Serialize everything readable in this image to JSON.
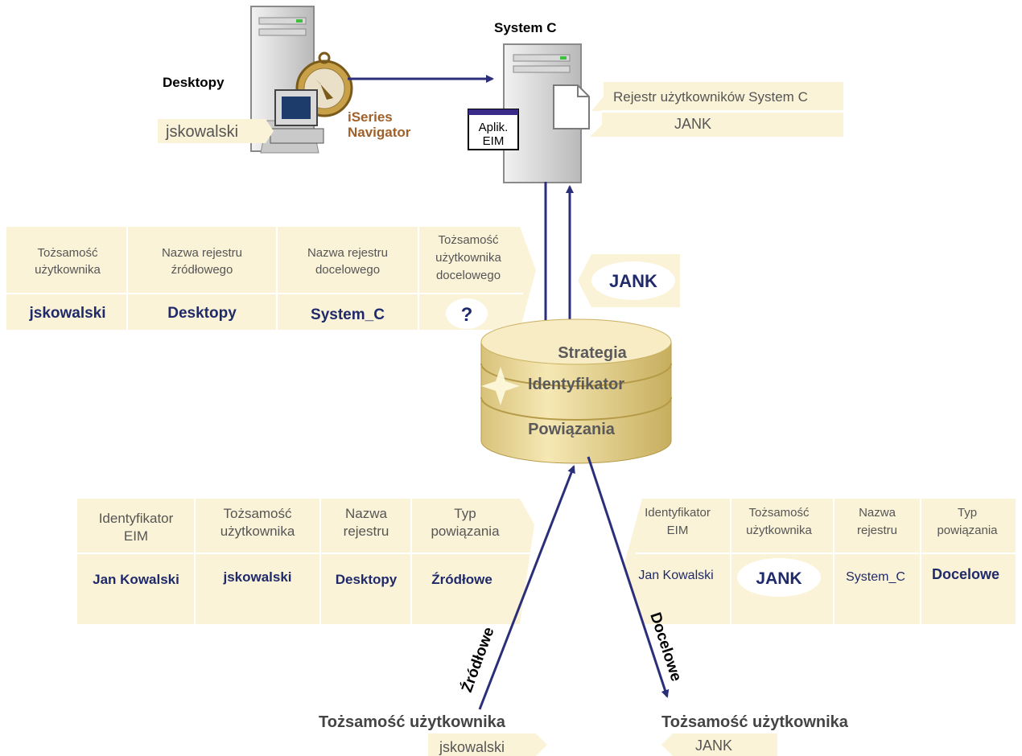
{
  "desktop": {
    "label": "Desktopy",
    "user": "jskowalski",
    "nav_line1": "iSeries",
    "nav_line2": "Navigator"
  },
  "system_c": {
    "title": "System C",
    "app_line1": "Aplik.",
    "app_line2": "EIM",
    "registry_label": "Rejestr użytkowników System C",
    "registry_user": "JANK"
  },
  "lookup_table": {
    "headers": [
      [
        "Tożsamość",
        "użytkownika"
      ],
      [
        "Nazwa rejestru",
        "źródłowego"
      ],
      [
        "Nazwa rejestru",
        "docelowego"
      ],
      [
        "Tożsamość",
        "użytkownika",
        "docelowego"
      ]
    ],
    "values": [
      "jskowalski",
      "Desktopy",
      "System_C",
      "?"
    ]
  },
  "returned_id": "JANK",
  "eim_domain": {
    "strategy": "Strategia",
    "identifier": "Identyfikator",
    "associations": "Powiązania"
  },
  "source_table": {
    "headers": [
      [
        "Identyfikator",
        "EIM"
      ],
      [
        "Tożsamość",
        "użytkownika"
      ],
      [
        "Nazwa",
        "rejestru"
      ],
      [
        "Typ",
        "powiązania"
      ]
    ],
    "values": [
      "Jan Kowalski",
      "jskowalski",
      "Desktopy",
      "Źródłowe"
    ]
  },
  "target_table": {
    "headers": [
      [
        "Identyfikator",
        "EIM"
      ],
      [
        "Tożsamość",
        "użytkownika"
      ],
      [
        "Nazwa",
        "rejestru"
      ],
      [
        "Typ",
        "powiązania"
      ]
    ],
    "values": [
      "Jan Kowalski",
      "JANK",
      "System_C",
      "Docelowe"
    ]
  },
  "source_arrow_label": "Źródłowe",
  "target_arrow_label": "Docelowe",
  "source_identity": {
    "title": "Tożsamość użytkownika",
    "value": "jskowalski"
  },
  "target_identity": {
    "title": "Tożsamość użytkownika",
    "value": "JANK"
  },
  "colors": {
    "arrow": "#2b2f7a",
    "table_bg": "#fbf3d8",
    "cylinder": "#f2e0a2"
  },
  "icons": [
    "desktop-computer-icon",
    "compass-icon",
    "monitor-icon",
    "server-tower-icon",
    "document-icon",
    "database-cylinder-icon"
  ]
}
